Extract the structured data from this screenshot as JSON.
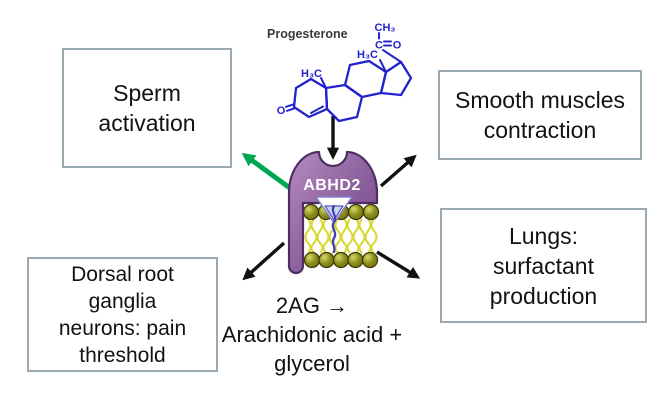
{
  "diagram": {
    "progesterone_label": "Progesterone",
    "protein_label": "ABHD2",
    "reaction_text": "2AG →\nArachidonic acid +\nglycerol",
    "chemistry_labels": {
      "acetyl_ch3": "CH₃",
      "acetyl_c": "C",
      "acetyl_o": "O",
      "c13_methyl": "H₃C",
      "c10_methyl": "H₃C",
      "ketone_o": "O"
    },
    "colors": {
      "structure_blue": "#2323CD",
      "protein_purple": "#8B5F9B",
      "membrane_head_olive": "#8F8F1F",
      "lipid_tail_yellow": "#D8D830",
      "activation_arrow_green": "#00A651",
      "arrow_black": "#111111",
      "box_border_gray": "#9AA9B2"
    }
  },
  "boxes": {
    "sperm_activation": "Sperm\nactivation",
    "smooth_muscles": "Smooth muscles\ncontraction",
    "lungs": "Lungs:\nsurfactant\nproduction",
    "dorsal_root": "Dorsal root\nganglia\nneurons: pain\nthreshold"
  }
}
